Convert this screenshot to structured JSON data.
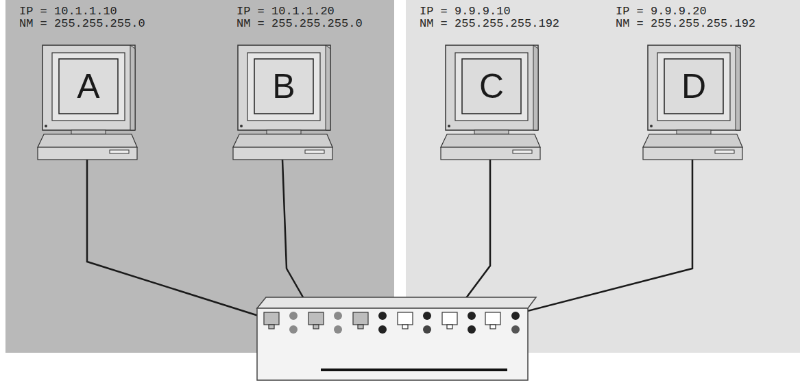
{
  "diagram": {
    "nodes": [
      {
        "text": [
          "IP = 10.1.1.10",
          "NM = 255.255.255.0",
          "A"
        ]
      },
      {
        "text": [
          "IP = 10.1.1.20",
          "NM = 255.255.255.0",
          "B"
        ]
      },
      {
        "text": [
          "IP = 9.9.9.10",
          "NM = 255.255.255.192",
          "C"
        ]
      },
      {
        "text": [
          "IP = 9.9.9.20",
          "NM = 255.255.255.192",
          "D"
        ]
      }
    ]
  }
}
